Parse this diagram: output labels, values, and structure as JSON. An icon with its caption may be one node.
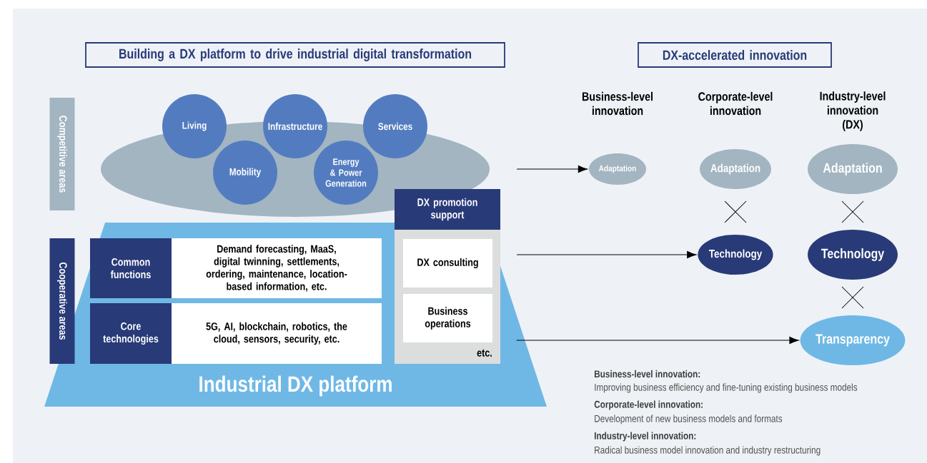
{
  "diagram": {
    "nodes": [
      {
        "text": [
          "Building a DX platform to drive industrial digital transformation"
        ]
      },
      {
        "text": [
          "DX-accelerated innovation"
        ]
      },
      {
        "text": [
          "Competitive areas"
        ]
      },
      {
        "text": [],
        "shape": "ellipse"
      },
      {
        "text": [
          "Living"
        ]
      },
      {
        "text": [
          "Infrastructure"
        ]
      },
      {
        "text": [
          "Services"
        ]
      },
      {
        "text": [
          "Mobility"
        ],
        "in": 3
      },
      {
        "text": [
          "Energy & Power Generation"
        ],
        "in": 3
      },
      {
        "text": [
          "Industrial DX platform"
        ]
      },
      {
        "text": [
          "Cooperative areas"
        ]
      },
      {
        "text": [
          "Common functions"
        ],
        "in": 9
      },
      {
        "text": [
          "Demand forecasting, MaaS, digital twinning, settlements, ordering, maintenance, location-based information, etc."
        ],
        "in": 9
      },
      {
        "text": [
          "Core technologies"
        ],
        "in": 9
      },
      {
        "text": [
          "5G, AI, blockchain, robotics, the cloud, sensors, security, etc."
        ],
        "in": 9
      },
      {
        "text": [
          "DX promotion support",
          "etc."
        ]
      },
      {
        "text": [
          "DX consulting"
        ],
        "in": 15
      },
      {
        "text": [
          "Business operations"
        ],
        "in": 15
      },
      {
        "text": [
          "Adaptation"
        ]
      },
      {
        "text": [
          "Adaptation"
        ]
      },
      {
        "text": [
          "Adaptation"
        ]
      },
      {
        "text": [
          "Technology"
        ]
      },
      {
        "text": [
          "Technology"
        ]
      },
      {
        "text": [
          "Transparency"
        ]
      }
    ],
    "edges": [
      {
        "from": 3,
        "to": 18,
        "arrow": "to"
      },
      {
        "from": 15,
        "to": 21,
        "arrow": "to"
      },
      {
        "from": 9,
        "to": 23,
        "arrow": "to"
      }
    ],
    "labels": [
      "Business-level innovation",
      "Corporate-level innovation",
      "Industry-level innovation (DX)",
      "Business-level innovation:",
      "Improving business efficiency and fine-tuning existing business models",
      "Corporate-level innovation:",
      "Development of new business models and formats",
      "Industry-level innovation:",
      "Radical business model innovation and industry restructuring"
    ]
  }
}
